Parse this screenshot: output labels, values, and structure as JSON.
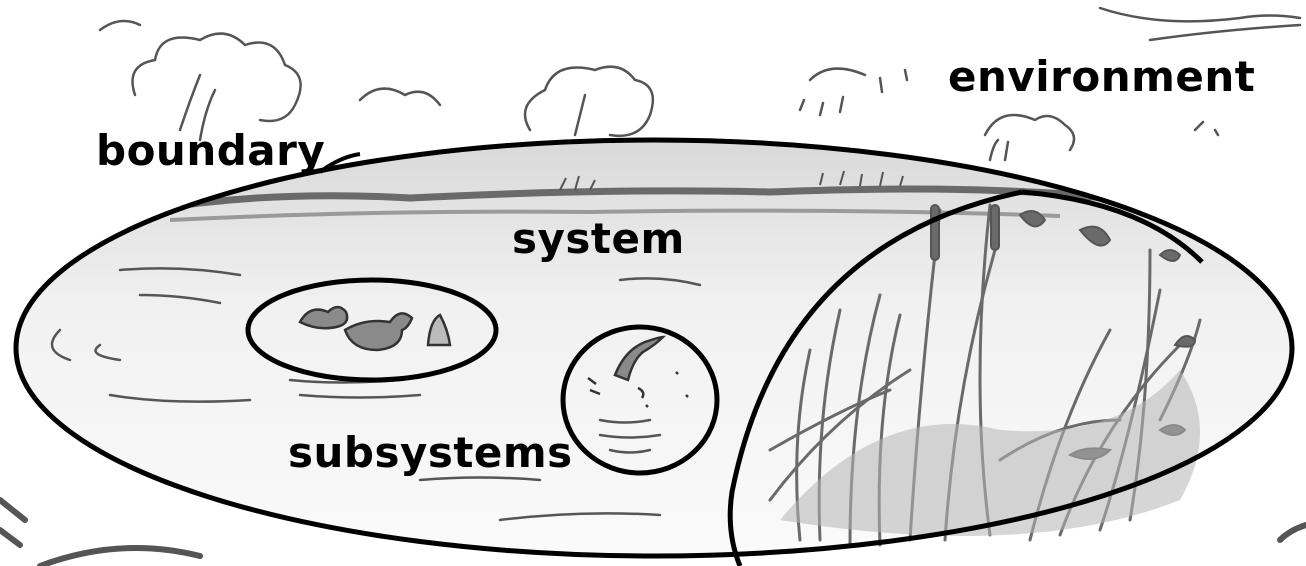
{
  "labels": {
    "environment": "environment",
    "boundary": "boundary",
    "system": "system",
    "subsystems": "subsystems"
  },
  "colors": {
    "outline": "#000000",
    "sketch": "#555555",
    "water_shade": "#e6e6e6",
    "reed": "#6a6a6a",
    "background": "#ffffff"
  }
}
